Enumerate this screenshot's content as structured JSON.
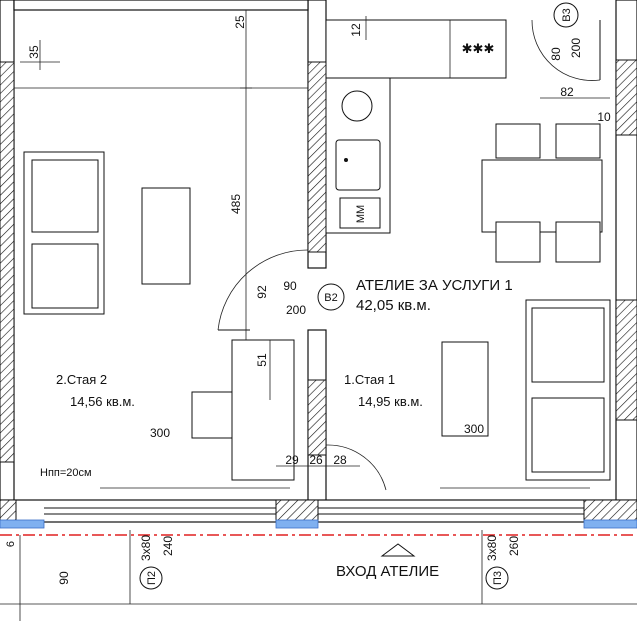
{
  "apartment": {
    "title": "АТЕЛИЕ ЗА УСЛУГИ 1",
    "area": "42,05 кв.м.",
    "tag": "B2"
  },
  "rooms": {
    "room2": {
      "name": "2.Стая 2",
      "area": "14,56 кв.м."
    },
    "room1": {
      "name": "1.Стая 1",
      "area": "14,95 кв.м."
    }
  },
  "entrance": {
    "label": "ВХОД АТЕЛИЕ"
  },
  "kitchen": {
    "stove_marks": "✱✱✱",
    "appliance_label": "ММ"
  },
  "notes": {
    "sill_height": "Нпп=20см"
  },
  "tags": {
    "b3": "B3",
    "p2": "П2",
    "p3": "П3"
  },
  "dimensions": {
    "d35": "35",
    "d25": "25",
    "d12": "12",
    "d485": "485",
    "d80": "80",
    "d200a": "200",
    "d82": "82",
    "d10": "10",
    "d90": "90",
    "d92": "92",
    "d200b": "200",
    "d51": "51",
    "d300a": "300",
    "d300b": "300",
    "d29": "29",
    "d26": "26",
    "d28": "28",
    "d3x80a": "3x80",
    "d240": "240",
    "d3x80b": "3x80",
    "d260": "260",
    "d90b": "90",
    "d6": "6"
  }
}
